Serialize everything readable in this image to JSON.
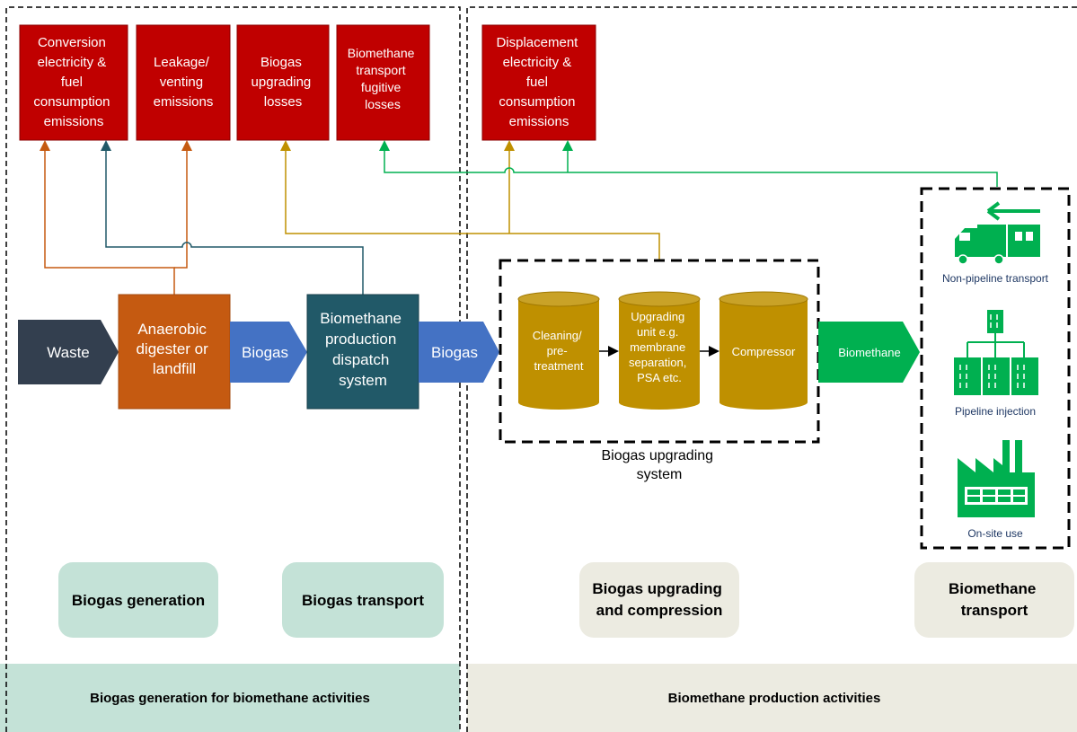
{
  "colors": {
    "emission_red": "#c00000",
    "digester_orange": "#c55a11",
    "dispatch_teal": "#215968",
    "upgrading_gold": "#bf9000",
    "biomethane_green": "#00b050",
    "biogas_blue": "#4472c4",
    "waste_dark": "#333f4f",
    "left_panel": "#c4e2d7",
    "right_panel": "#ecebe1"
  },
  "emissions": [
    {
      "id": "conversion",
      "lines": [
        "Conversion",
        "electricity &",
        "fuel",
        "consumption",
        "emissions"
      ]
    },
    {
      "id": "leakage",
      "lines": [
        "Leakage/",
        "venting",
        "emissions"
      ]
    },
    {
      "id": "upgrading-losses",
      "lines": [
        "Biogas",
        "upgrading",
        "losses"
      ]
    },
    {
      "id": "transport-fugitive",
      "lines": [
        "Biomethane",
        "transport",
        "fugitive",
        "losses"
      ]
    },
    {
      "id": "displacement",
      "lines": [
        "Displacement",
        "electricity &",
        "fuel",
        "consumption",
        "emissions"
      ]
    }
  ],
  "flow": {
    "waste": "Waste",
    "digester": [
      "Anaerobic",
      "digester or",
      "landfill"
    ],
    "biogas_1": "Biogas",
    "dispatch": [
      "Biomethane",
      "production",
      "dispatch",
      "system"
    ],
    "biogas_2": "Biogas",
    "cleaning": [
      "Cleaning/",
      "pre-",
      "treatment"
    ],
    "upgrading_unit": [
      "Upgrading",
      "unit e.g.",
      "membrane",
      "separation,",
      "PSA etc."
    ],
    "compressor": "Compressor",
    "biomethane": "Biomethane",
    "upgrading_system_label": [
      "Biogas upgrading",
      "system"
    ]
  },
  "transport": {
    "non_pipeline": "Non-pipeline transport",
    "pipeline": "Pipeline injection",
    "onsite": "On-site use"
  },
  "stages": {
    "generation": "Biogas generation",
    "transport": "Biogas transport",
    "upgrading": [
      "Biogas upgrading",
      "and compression"
    ],
    "biomethane_transport": [
      "Biomethane",
      "transport"
    ]
  },
  "footer": {
    "left": "Biogas generation for biomethane activities",
    "right": "Biomethane production activities"
  }
}
